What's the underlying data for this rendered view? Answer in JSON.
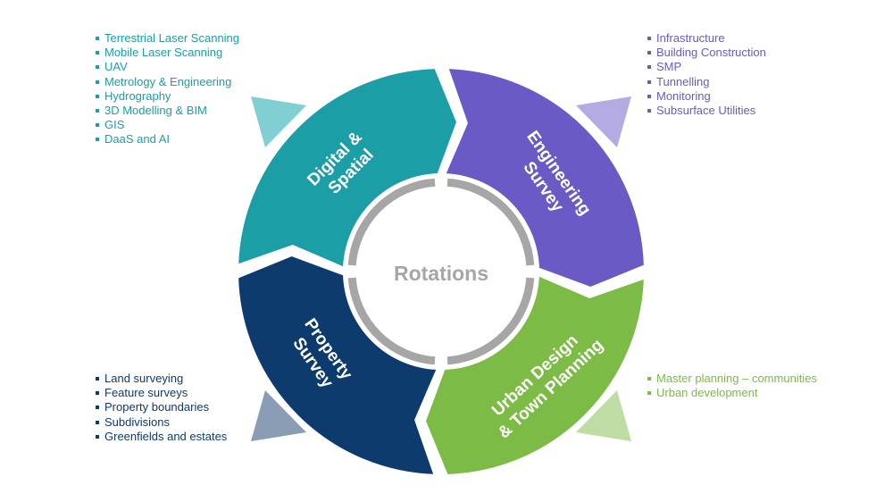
{
  "center": {
    "label": "Rotations"
  },
  "colors": {
    "digital": "#1b9ea6",
    "engineering": "#6a5ac6",
    "urban": "#7cbb46",
    "property": "#0e3b6e",
    "ring": "#a6a6a6"
  },
  "segments": {
    "digital": {
      "line1": "Digital &",
      "line2": "Spatial"
    },
    "engineering": {
      "line1": "Engineering",
      "line2": "Survey"
    },
    "urban": {
      "line1": "Urban Design",
      "line2": "& Town Planning"
    },
    "property": {
      "line1": "Property",
      "line2": "Survey"
    }
  },
  "lists": {
    "digital": [
      "Terrestrial Laser Scanning",
      "Mobile Laser Scanning",
      "UAV",
      "Metrology & Engineering",
      "Hydrography",
      "3D Modelling & BIM",
      "GIS",
      "DaaS and AI"
    ],
    "engineering": [
      "Infrastructure",
      "Building Construction",
      "SMP",
      "Tunnelling",
      "Monitoring",
      "Subsurface Utilities"
    ],
    "property": [
      "Land surveying",
      "Feature surveys",
      "Property boundaries",
      "Subdivisions",
      "Greenfields and estates"
    ],
    "urban": [
      "Master planning – communities",
      "Urban development"
    ]
  }
}
